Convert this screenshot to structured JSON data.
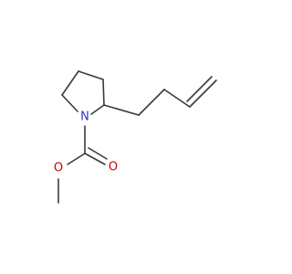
{
  "molecule": {
    "atoms": {
      "nitrogen": "N",
      "carbonyl_oxygen": "O",
      "ester_oxygen": "O"
    },
    "colors": {
      "bond": "#3a3a3a",
      "nitrogen": "#3333cc",
      "oxygen": "#cc0000"
    }
  }
}
